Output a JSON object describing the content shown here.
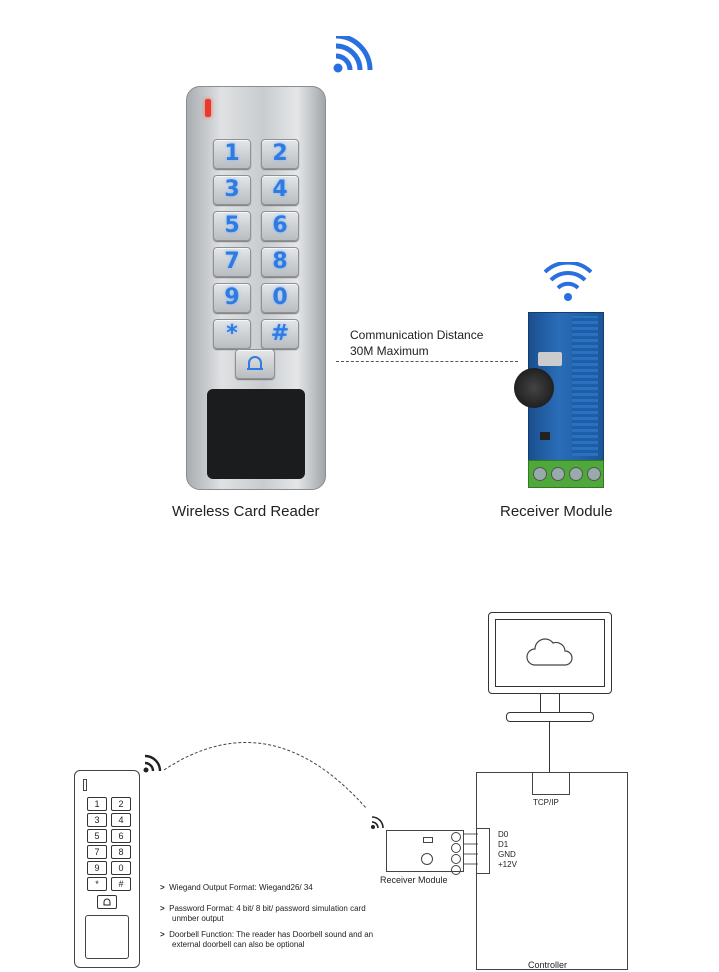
{
  "top": {
    "reader_label": "Wireless Card Reader",
    "receiver_label": "Receiver Module",
    "comm_line1": "Communication Distance",
    "comm_line2": "30M Maximum",
    "keys": [
      "1",
      "2",
      "3",
      "4",
      "5",
      "6",
      "7",
      "8",
      "9",
      "0",
      "*",
      "#"
    ]
  },
  "bottom": {
    "keys": [
      "1",
      "2",
      "3",
      "4",
      "5",
      "6",
      "7",
      "8",
      "9",
      "0",
      "*",
      "#"
    ],
    "receiver_label": "Receiver Module",
    "tcpip_label": "TCP/IP",
    "controller_label": "Controller",
    "pins": [
      "D0",
      "D1",
      "GND",
      "+12V"
    ],
    "features": [
      "Wiegand Output Format: Wiegand26/ 34",
      "Password Format: 4 bit/ 8 bit/ password simulation card unmber output",
      "Doorbell Function: The reader has Doorbell sound and an external doorbell can also be optional"
    ]
  },
  "colors": {
    "wifi_blue": "#2a6fe0",
    "key_blue": "#2f7be0",
    "pcb_blue": "#1f5fa8",
    "terminal_green": "#4fa83a"
  }
}
